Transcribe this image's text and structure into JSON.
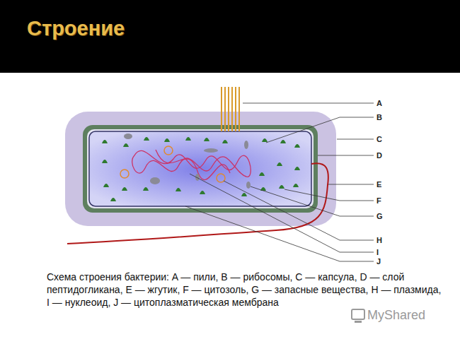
{
  "diagram": {
    "title": "Строение",
    "caption": "Схема строения бактерии: A — пили, B — рибосомы, C — капсула, D — слой пептидогликана, E — жгутик, F — цитозоль, G — запасные вещества, H — плазмида, I — нуклеоид, J — цитоплазматическая мембрана",
    "labels": [
      "A",
      "B",
      "C",
      "D",
      "E",
      "F",
      "G",
      "H",
      "I",
      "J",
      "MyShared"
    ]
  }
}
